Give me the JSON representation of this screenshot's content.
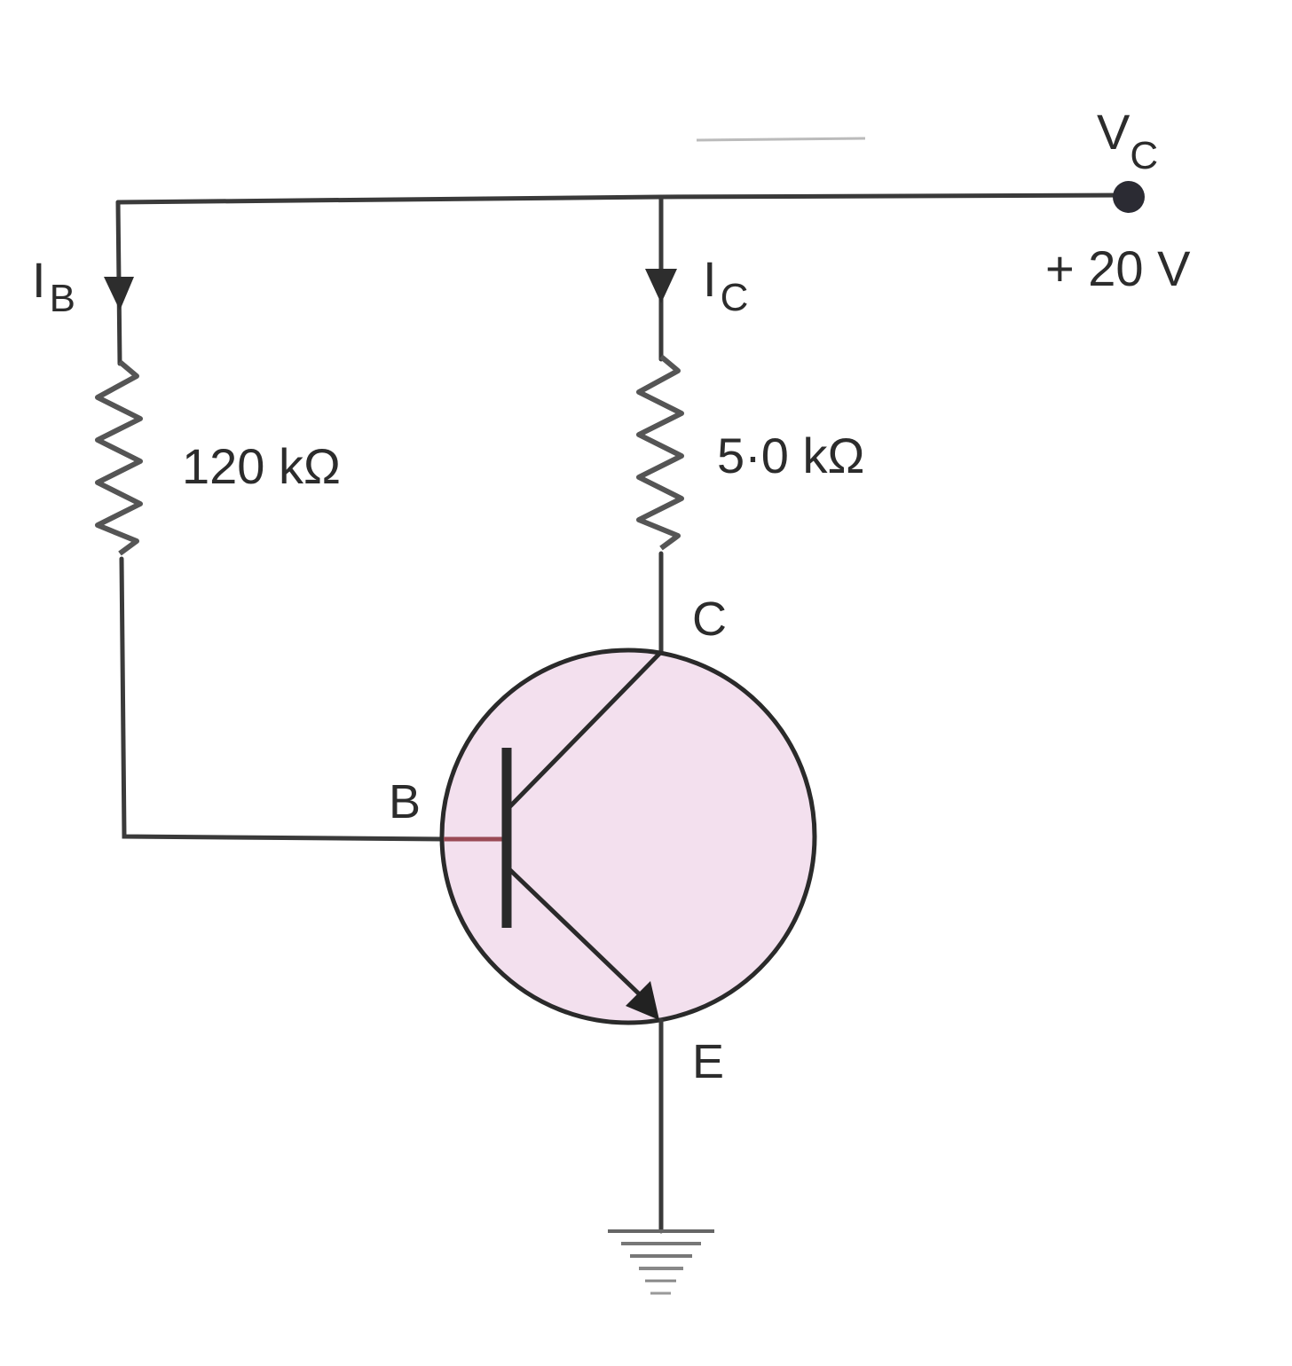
{
  "supply": {
    "symbol_main": "V",
    "symbol_sub": "C",
    "voltage": "+ 20 V"
  },
  "currents": {
    "base": {
      "main": "I",
      "sub": "B"
    },
    "collector": {
      "main": "I",
      "sub": "C"
    }
  },
  "resistors": {
    "base": {
      "value": "120 kΩ"
    },
    "collector": {
      "value": "5·0 kΩ"
    }
  },
  "terminals": {
    "collector": "C",
    "base": "B",
    "emitter": "E"
  },
  "colors": {
    "transistor_fill": "#f3e0ee",
    "transistor_stroke": "#2a2a2a",
    "base_lead": "#9a4a55",
    "wire": "#3a3a3a"
  }
}
